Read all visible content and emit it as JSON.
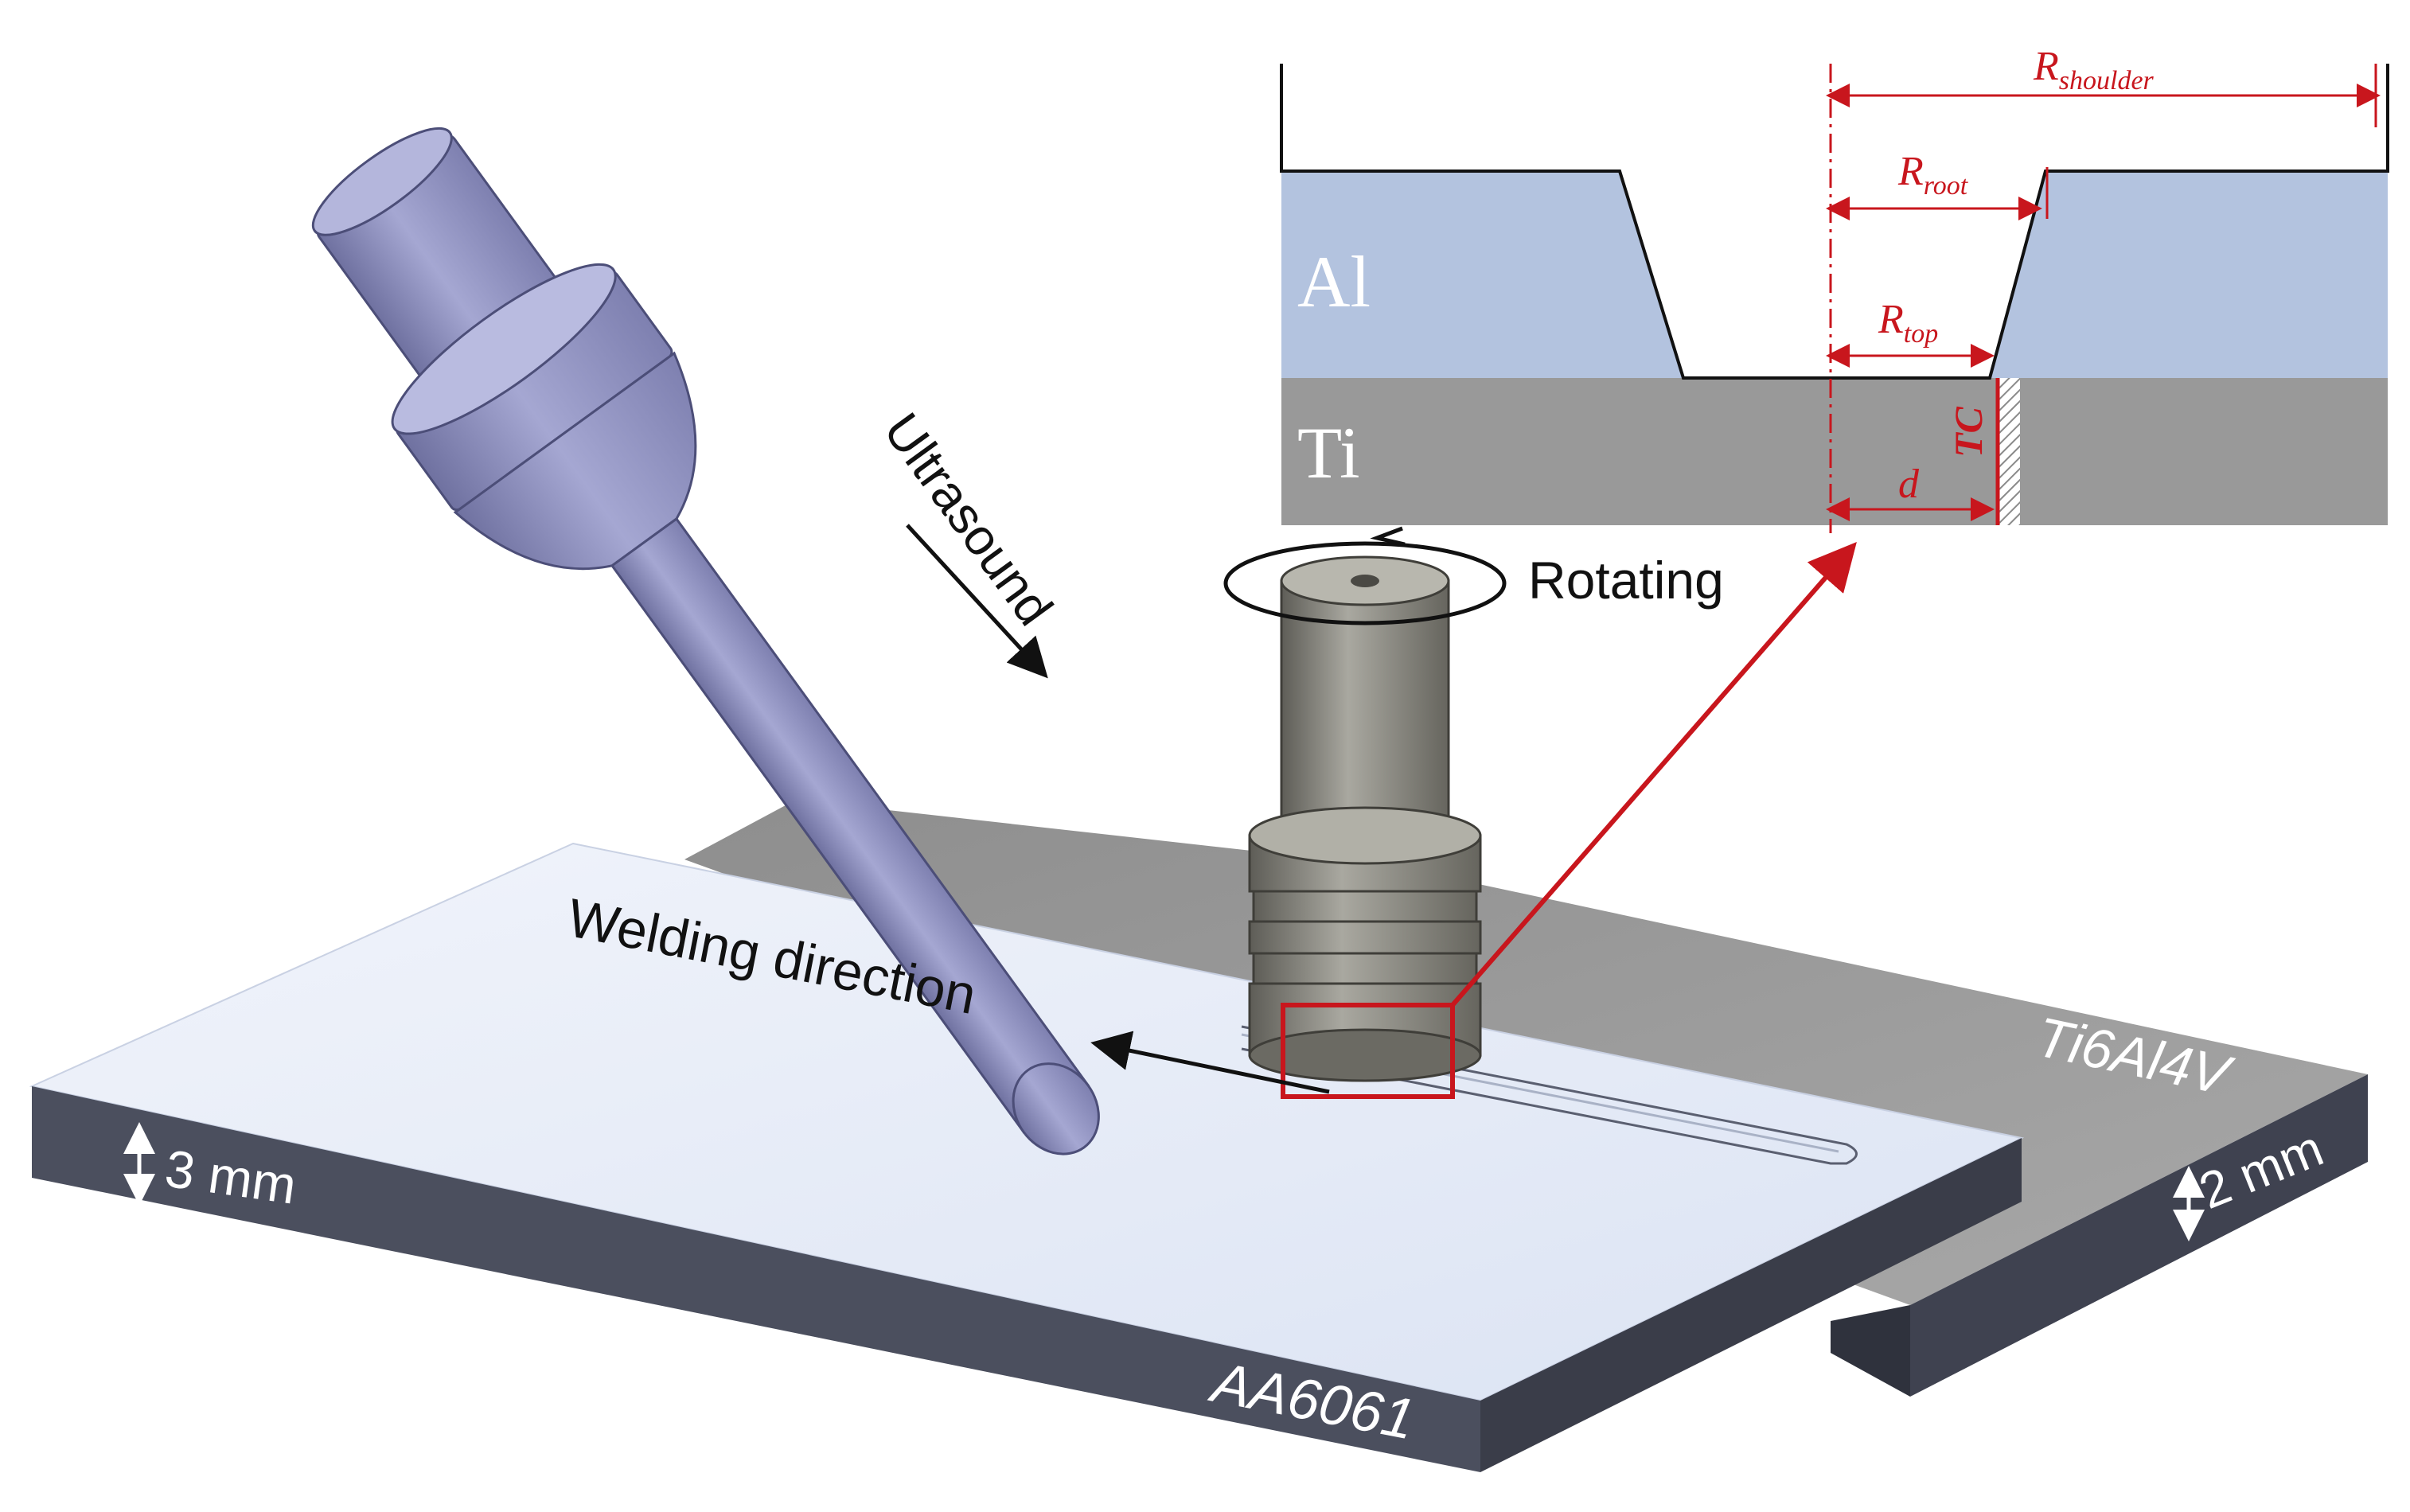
{
  "labels": {
    "ultrasound": "Ultrasound",
    "rotating": "Rotating",
    "welding_direction": "Welding direction"
  },
  "plates": {
    "aluminum": {
      "name": "AA6061",
      "thickness": "3 mm"
    },
    "titanium": {
      "name": "Ti6Al4V",
      "thickness": "2 mm"
    }
  },
  "inset": {
    "al_label": "Al",
    "ti_label": "Ti",
    "dims": {
      "shoulder": {
        "symbol": "R",
        "sub": "shoulder"
      },
      "root": {
        "symbol": "R",
        "sub": "root"
      },
      "top": {
        "symbol": "R",
        "sub": "top"
      },
      "d": "d",
      "tc": "TC"
    }
  },
  "colors": {
    "al_plate_top": "#e6ecf8",
    "plate_side": "#4b4f5e",
    "ti_plate_top": "#9a9a9a",
    "horn": "#9496c2",
    "tool": "#8a8a82",
    "inset_al": "#b3c3df",
    "inset_ti": "#999999",
    "annotation_red": "#c8161d"
  },
  "icons": {
    "rotation": "rotation-ellipse-arrow-icon",
    "thickness": "double-arrow-icon"
  }
}
